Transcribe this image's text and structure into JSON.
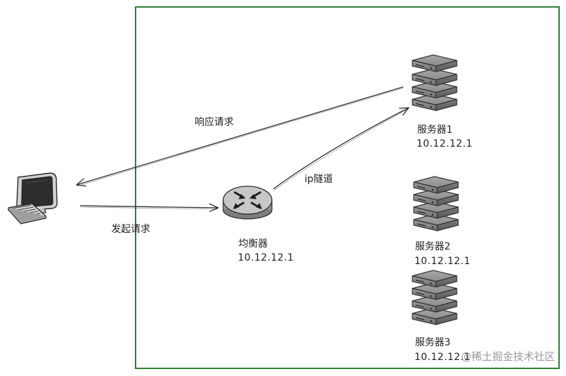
{
  "nodes": {
    "client": {
      "icon": "desktop-computer-icon"
    },
    "balancer": {
      "name": "均衡器",
      "ip": "10.12.12.1",
      "icon": "router-icon"
    },
    "servers": [
      {
        "name": "服务器1",
        "ip": "10.12.12.1",
        "icon": "server-icon"
      },
      {
        "name": "服务器2",
        "ip": "10.12.12.1",
        "icon": "server-icon"
      },
      {
        "name": "服务器3",
        "ip": "10.12.12.1",
        "icon": "server-icon"
      }
    ]
  },
  "edges": {
    "request": "发起请求",
    "tunnel": "ip隧道",
    "response": "响应请求"
  },
  "watermark": "@稀土掘金技术社区",
  "colors": {
    "boundary": "#2e7d32",
    "stroke": "#2b2b2b",
    "server_gray": "#8e8e8e",
    "router_gray": "#a6a6a6"
  }
}
